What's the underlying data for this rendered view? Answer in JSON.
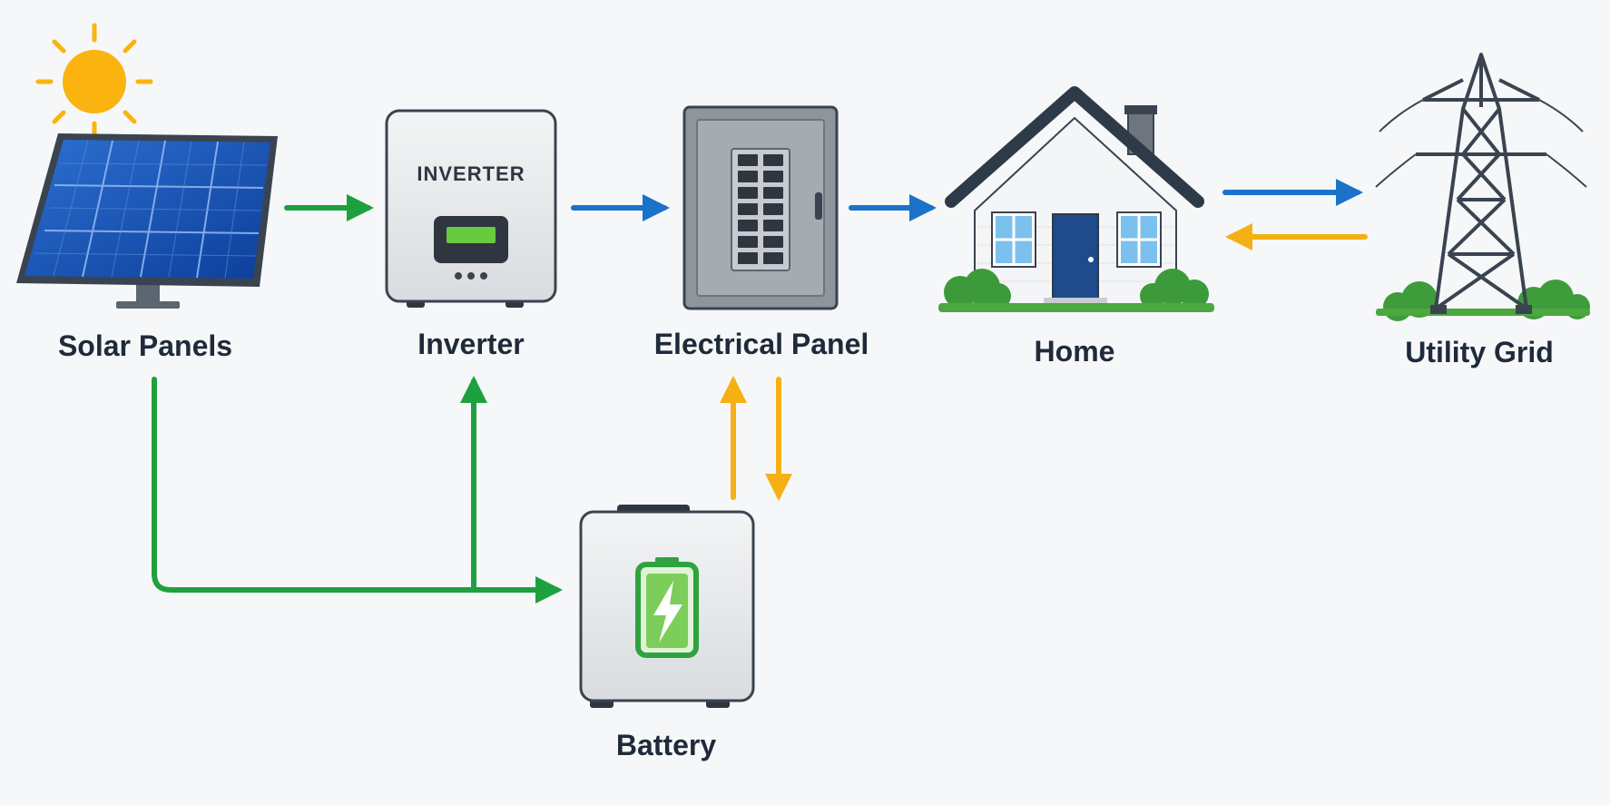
{
  "diagram": {
    "nodes": {
      "solar_panels": {
        "label": "Solar Panels",
        "icon": "solar-panel-icon"
      },
      "inverter": {
        "label": "Inverter",
        "device_text": "INVERTER",
        "icon": "inverter-icon"
      },
      "electrical_panel": {
        "label": "Electrical Panel",
        "icon": "breaker-panel-icon"
      },
      "home": {
        "label": "Home",
        "icon": "house-icon"
      },
      "utility_grid": {
        "label": "Utility Grid",
        "icon": "transmission-tower-icon"
      },
      "battery": {
        "label": "Battery",
        "icon": "battery-icon"
      }
    },
    "edges": [
      {
        "from": "solar_panels",
        "to": "inverter",
        "color": "#1fa03f"
      },
      {
        "from": "inverter",
        "to": "electrical_panel",
        "color": "#1a73c8"
      },
      {
        "from": "electrical_panel",
        "to": "home",
        "color": "#1a73c8"
      },
      {
        "from": "home",
        "to": "utility_grid",
        "color": "#1a73c8"
      },
      {
        "from": "utility_grid",
        "to": "home",
        "color": "#f5b014"
      },
      {
        "from": "solar_panels",
        "to": "battery",
        "color": "#1fa03f"
      },
      {
        "from": "solar_panels",
        "to": "inverter",
        "via": "branch",
        "color": "#1fa03f"
      },
      {
        "from": "battery",
        "to": "electrical_panel",
        "color": "#f5b014"
      },
      {
        "from": "electrical_panel",
        "to": "battery",
        "color": "#f5b014"
      }
    ],
    "colors": {
      "solar_flow": "#1fa03f",
      "ac_flow": "#1a73c8",
      "return_flow": "#f5b014",
      "sun": "#fbb30f",
      "label_text": "#1f2a3a"
    }
  }
}
